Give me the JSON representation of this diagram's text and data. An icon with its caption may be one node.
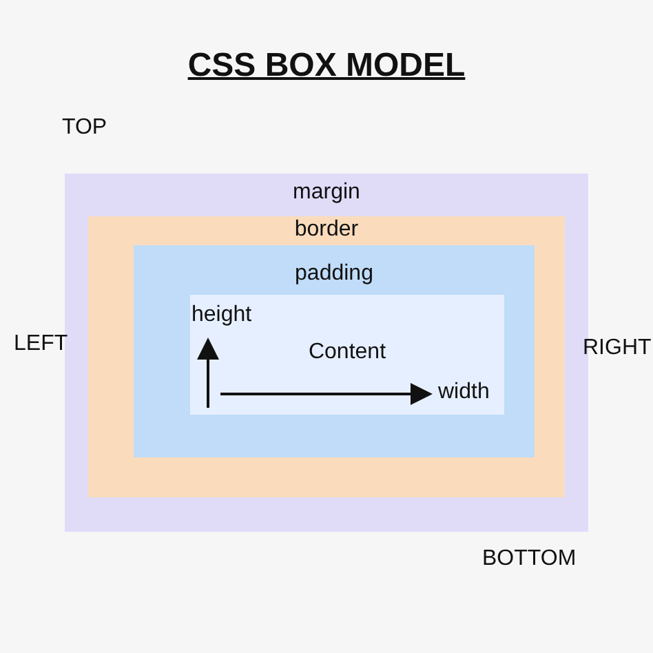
{
  "diagram": {
    "title": "CSS BOX MODEL",
    "nodes": [
      {
        "text": [
          "margin"
        ]
      },
      {
        "text": [
          "border"
        ],
        "in": 0
      },
      {
        "text": [
          "padding"
        ],
        "in": 1
      },
      {
        "text": [
          "height",
          "Content",
          "width"
        ],
        "in": 2
      }
    ],
    "labels": [
      "TOP",
      "LEFT",
      "RIGHT",
      "BOTTOM"
    ]
  }
}
